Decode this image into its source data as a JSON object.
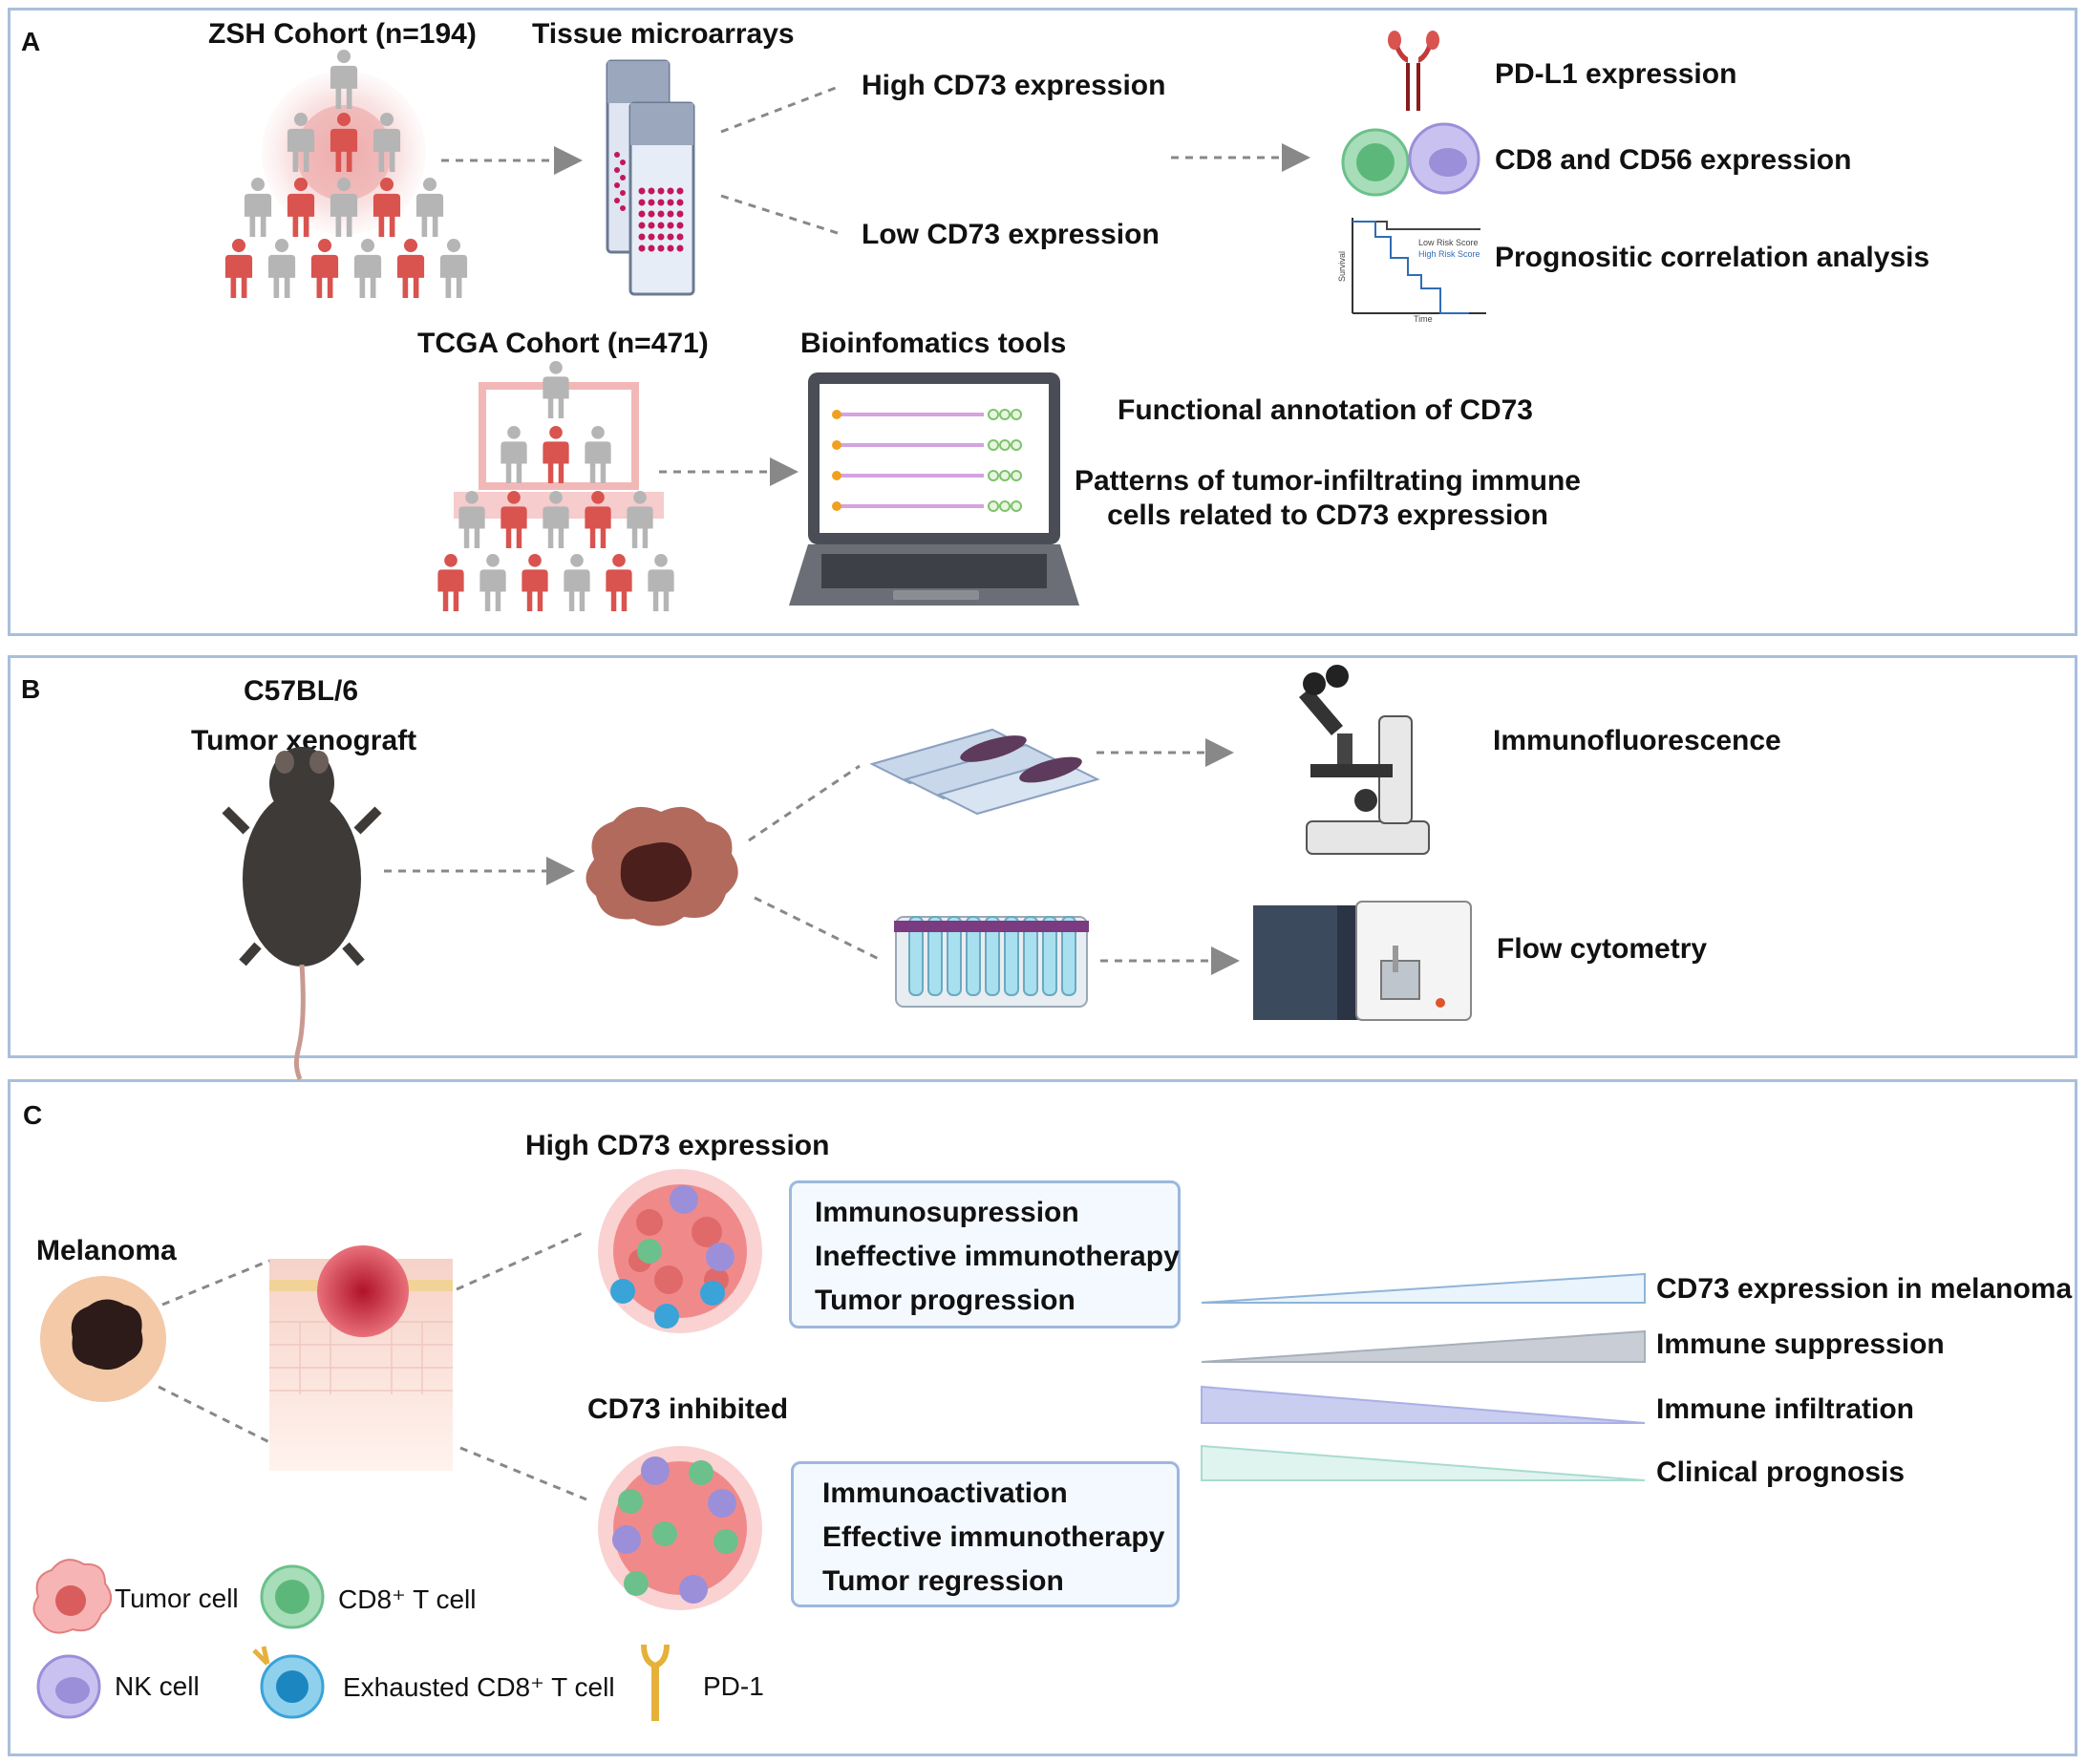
{
  "panel_a": {
    "label": "A",
    "zsh_title": "ZSH Cohort (n=194)",
    "tma_title": "Tissue microarrays",
    "high_cd73": "High CD73 expression",
    "low_cd73": "Low CD73 expression",
    "pdl1": "PD-L1 expression",
    "cd8_cd56": "CD8 and CD56 expression",
    "prognostic": "Prognositic correlation analysis",
    "km_low": "Low Risk Score",
    "km_high": "High Risk Score",
    "km_ylabel": "Survival",
    "km_xlabel": "Time",
    "tcga_title": "TCGA Cohort (n=471)",
    "bio_title": "Bioinfomatics tools",
    "functional": "Functional annotation of CD73",
    "patterns_1": "Patterns of tumor-infiltrating immune",
    "patterns_2": "cells related to CD73 expression"
  },
  "panel_b": {
    "label": "B",
    "strain": "C57BL/6",
    "xenograft": "Tumor xenograft",
    "if_label": "Immunofluorescence",
    "flow_label": "Flow cytometry"
  },
  "panel_c": {
    "label": "C",
    "melanoma": "Melanoma",
    "high_title": "High CD73 expression",
    "high_lines": [
      "Immunosupression",
      "Ineffective immunotherapy",
      "Tumor progression"
    ],
    "inhibited_title": "CD73 inhibited",
    "inhibited_lines": [
      "Immunoactivation",
      "Effective immunotherapy",
      "Tumor regression"
    ],
    "trends": [
      "CD73 expression in melanoma",
      "Immune suppression",
      "Immune infiltration",
      "Clinical prognosis"
    ],
    "legend": {
      "tumor": "Tumor cell",
      "cd8": "CD8⁺ T cell",
      "nk": "NK cell",
      "exhausted": "Exhausted  CD8⁺ T cell",
      "pd1": "PD-1"
    }
  },
  "colors": {
    "border": "#a9bfdc",
    "person_red": "#d9534f",
    "person_gray": "#b5b5b5",
    "cd8_green": "#6cc08b",
    "nk_purple": "#9b8fd9",
    "tumor_pink": "#f08a8a",
    "exhausted_blue": "#3aa3d8",
    "pd1_yellow": "#e6b13a"
  }
}
